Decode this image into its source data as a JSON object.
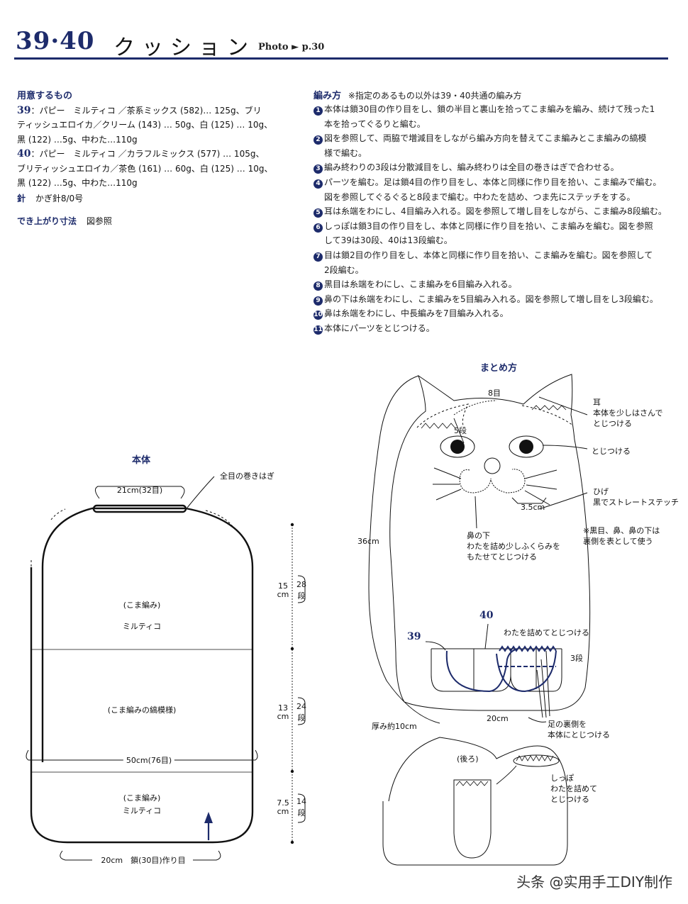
{
  "header": {
    "number": "39·40",
    "title": "クッション",
    "photo_ref": "Photo ► p.30"
  },
  "materials": {
    "heading": "用意するもの",
    "lines": [
      {
        "tag": "39",
        "text": "：パピー　ミルティコ ／茶系ミックス (582)… 125g、ブリ"
      },
      {
        "tag": "",
        "text": "ティッシュエロイカ／クリーム (143) … 50g、白 (125) … 10g、"
      },
      {
        "tag": "",
        "text": "黒 (122) …5g、中わた…110g"
      },
      {
        "tag": "40",
        "text": "：パピー　ミルティコ ／カラフルミックス (577) … 105g、"
      },
      {
        "tag": "",
        "text": "ブリティッシュエロイカ／茶色 (161) … 60g、白 (125) … 10g、"
      },
      {
        "tag": "",
        "text": "黒 (122) …5g、中わた…110g"
      }
    ],
    "needle_label": "針",
    "needle_value": "かぎ針8/0号",
    "size_label": "でき上がり寸法",
    "size_value": "図参照"
  },
  "method": {
    "heading": "編み方",
    "note": "※指定のあるもの以外は39・40共通の編み方",
    "steps": [
      {
        "n": "1",
        "lines": [
          "本体は鎖30目の作り目をし、鎖の半目と裏山を拾ってこま編みを編み、続けて残った1",
          "本を拾ってぐるりと編む。"
        ]
      },
      {
        "n": "2",
        "lines": [
          "図を参照して、両脇で増減目をしながら編み方向を替えてこま編みとこま編みの縞模",
          "様で編む。"
        ]
      },
      {
        "n": "3",
        "lines": [
          "編み終わりの3段は分散減目をし、編み終わりは全目の巻きはぎで合わせる。"
        ]
      },
      {
        "n": "4",
        "lines": [
          "パーツを編む。足は鎖4目の作り目をし、本体と同様に作り目を拾い、こま編みで編む。",
          "図を参照してぐるぐると8段まで編む。中わたを詰め、つま先にステッチをする。"
        ]
      },
      {
        "n": "5",
        "lines": [
          "耳は糸端をわにし、4目編み入れる。図を参照して増し目をしながら、こま編み8段編む。"
        ]
      },
      {
        "n": "6",
        "lines": [
          "しっぽは鎖3目の作り目をし、本体と同様に作り目を拾い、こま編みを編む。図を参照",
          "して39は30段、40は13段編む。"
        ]
      },
      {
        "n": "7",
        "lines": [
          "目は鎖2目の作り目をし、本体と同様に作り目を拾い、こま編みを編む。図を参照して",
          "2段編む。"
        ]
      },
      {
        "n": "8",
        "lines": [
          "黒目は糸端をわにし、こま編みを6目編み入れる。"
        ]
      },
      {
        "n": "9",
        "lines": [
          "鼻の下は糸端をわにし、こま編みを5目編み入れる。図を参照して増し目をし3段編む。"
        ]
      },
      {
        "n": "10",
        "lines": [
          "鼻は糸端をわにし、中長編みを7目編み入れる。"
        ]
      },
      {
        "n": "11",
        "lines": [
          "本体にパーツをとじつける。"
        ]
      }
    ]
  },
  "body_diagram": {
    "title": "本体",
    "top_label": "全目の巻きはぎ",
    "top_width": "21cm(32目)",
    "band1_stitch": "(こま編み)",
    "band1_yarn": "ミルティコ",
    "band2_stitch": "(こま編みの縞模様)",
    "width_label": "50cm(76目)",
    "band3_stitch": "(こま編み)",
    "band3_yarn": "ミルティコ",
    "bottom_label": "20cm　鎖(30目)作り目",
    "dims": [
      {
        "len": "15",
        "unit": "cm",
        "rows": "28",
        "row_unit": "段"
      },
      {
        "len": "13",
        "unit": "cm",
        "rows": "24",
        "row_unit": "段"
      },
      {
        "len": "7.5",
        "unit": "cm",
        "rows": "14",
        "row_unit": "段"
      }
    ]
  },
  "assembly": {
    "title": "まとめ方",
    "ear_top": "8目",
    "ear_rows": "5段",
    "ear_note": [
      "耳",
      "本体を少しはさんで",
      "とじつける"
    ],
    "eye_note": "とじつける",
    "whisker_note": [
      "ひげ",
      "黒でストレートステッチ"
    ],
    "whisker_len": "3.5cm",
    "note": [
      "※黒目、鼻、鼻の下は",
      "裏側を表として使う"
    ],
    "height": "36cm",
    "nose_note": [
      "鼻の下",
      "わたを詰め少しふくらみを",
      "もたせてとじつける"
    ],
    "label_39": "39",
    "label_40": "40",
    "foot_stuff": "わたを詰めてとじつける",
    "foot_rows": "3段",
    "bottom_width": "20cm",
    "thickness": "厚み約10cm",
    "foot_note": [
      "足の裏側を",
      "本体にとじつける"
    ],
    "back_label": "(後ろ)",
    "tail_note": [
      "しっぽ",
      "わたを詰めて",
      "とじつける"
    ]
  },
  "watermark": "头条 @实用手工DIY制作",
  "colors": {
    "accent": "#1d2b6b",
    "line": "#222222"
  }
}
